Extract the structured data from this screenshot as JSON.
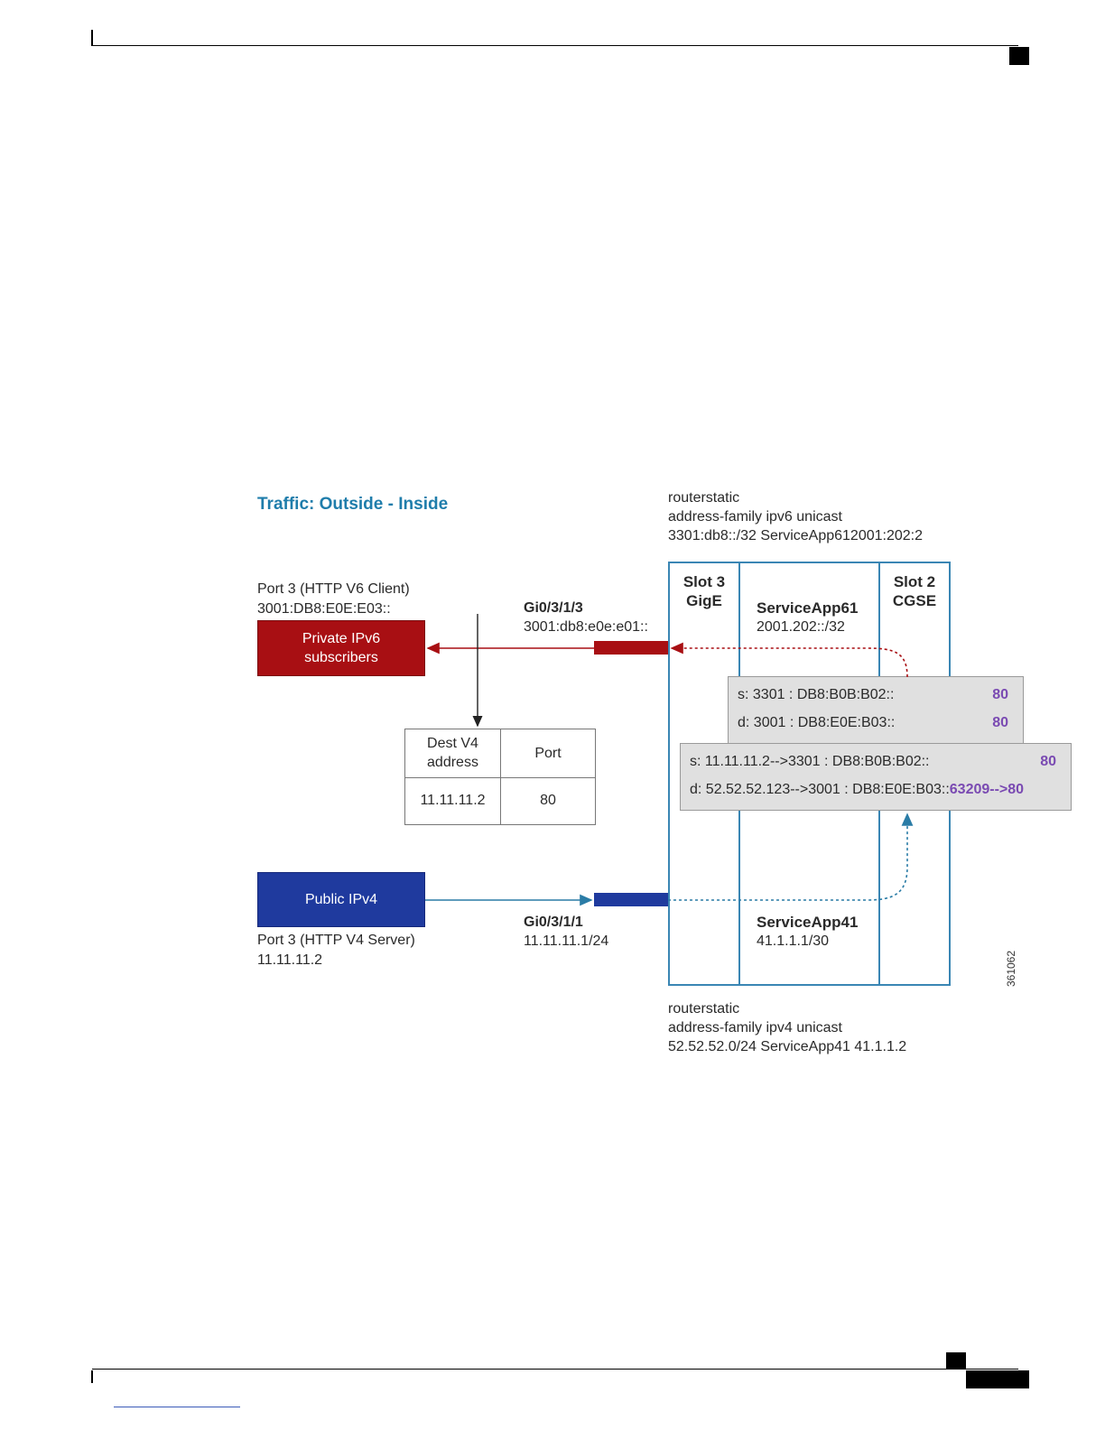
{
  "diagram": {
    "title": "Traffic: Outside - Inside",
    "top_route": {
      "line1": "routerstatic",
      "line2": "address-family ipv6 unicast",
      "line3": "3301:db8::/32 ServiceApp612001:202:2"
    },
    "bottom_route": {
      "line1": "routerstatic",
      "line2": "address-family ipv4 unicast",
      "line3": "52.52.52.0/24 ServiceApp41 41.1.1.2"
    },
    "v6_client": {
      "label_line1": "Port 3 (HTTP V6 Client)",
      "label_line2": "3001:DB8:E0E:E03::",
      "box_text": "Private IPv6\nsubscribers"
    },
    "v4_server": {
      "box_text": "Public IPv4",
      "label_line1": "Port 3 (HTTP V4 Server)",
      "label_line2": "11.11.11.2"
    },
    "iface_top": {
      "name": "Gi0/3/1/3",
      "addr": "3001:db8:e0e:e01::"
    },
    "iface_bottom": {
      "name": "Gi0/3/1/1",
      "addr": "11.11.11.1/24"
    },
    "chassis": {
      "slot3": "Slot 3\nGigE",
      "slot2": "Slot 2\nCGSE",
      "app61_name": "ServiceApp61",
      "app61_addr": "2001.202::/32",
      "app41_name": "ServiceApp41",
      "app41_addr": "41.1.1.1/30"
    },
    "table": {
      "header_addr": "Dest V4\naddress",
      "header_port": "Port",
      "value_addr": "11.11.11.2",
      "value_port": "80"
    },
    "packet_v6": {
      "src": "s: 3301 : DB8:B0B:B02::",
      "src_port": "80",
      "dst": "d: 3001 : DB8:E0E:B03::",
      "dst_port": "80"
    },
    "packet_translate": {
      "src": "s: 11.11.11.2-->3301 : DB8:B0B:B02::",
      "src_port": "80",
      "dst_prefix": "d: 52.52.52.123-->3001 : DB8:E0E:B03::",
      "dst_port": "63209-->80"
    },
    "figure_id": "361062",
    "colors": {
      "title": "#1f7dab",
      "private_v6": "#a80f13",
      "public_v4": "#1f3a9e",
      "chassis": "#3a86b4",
      "port_highlight": "#7a4ab2"
    }
  }
}
